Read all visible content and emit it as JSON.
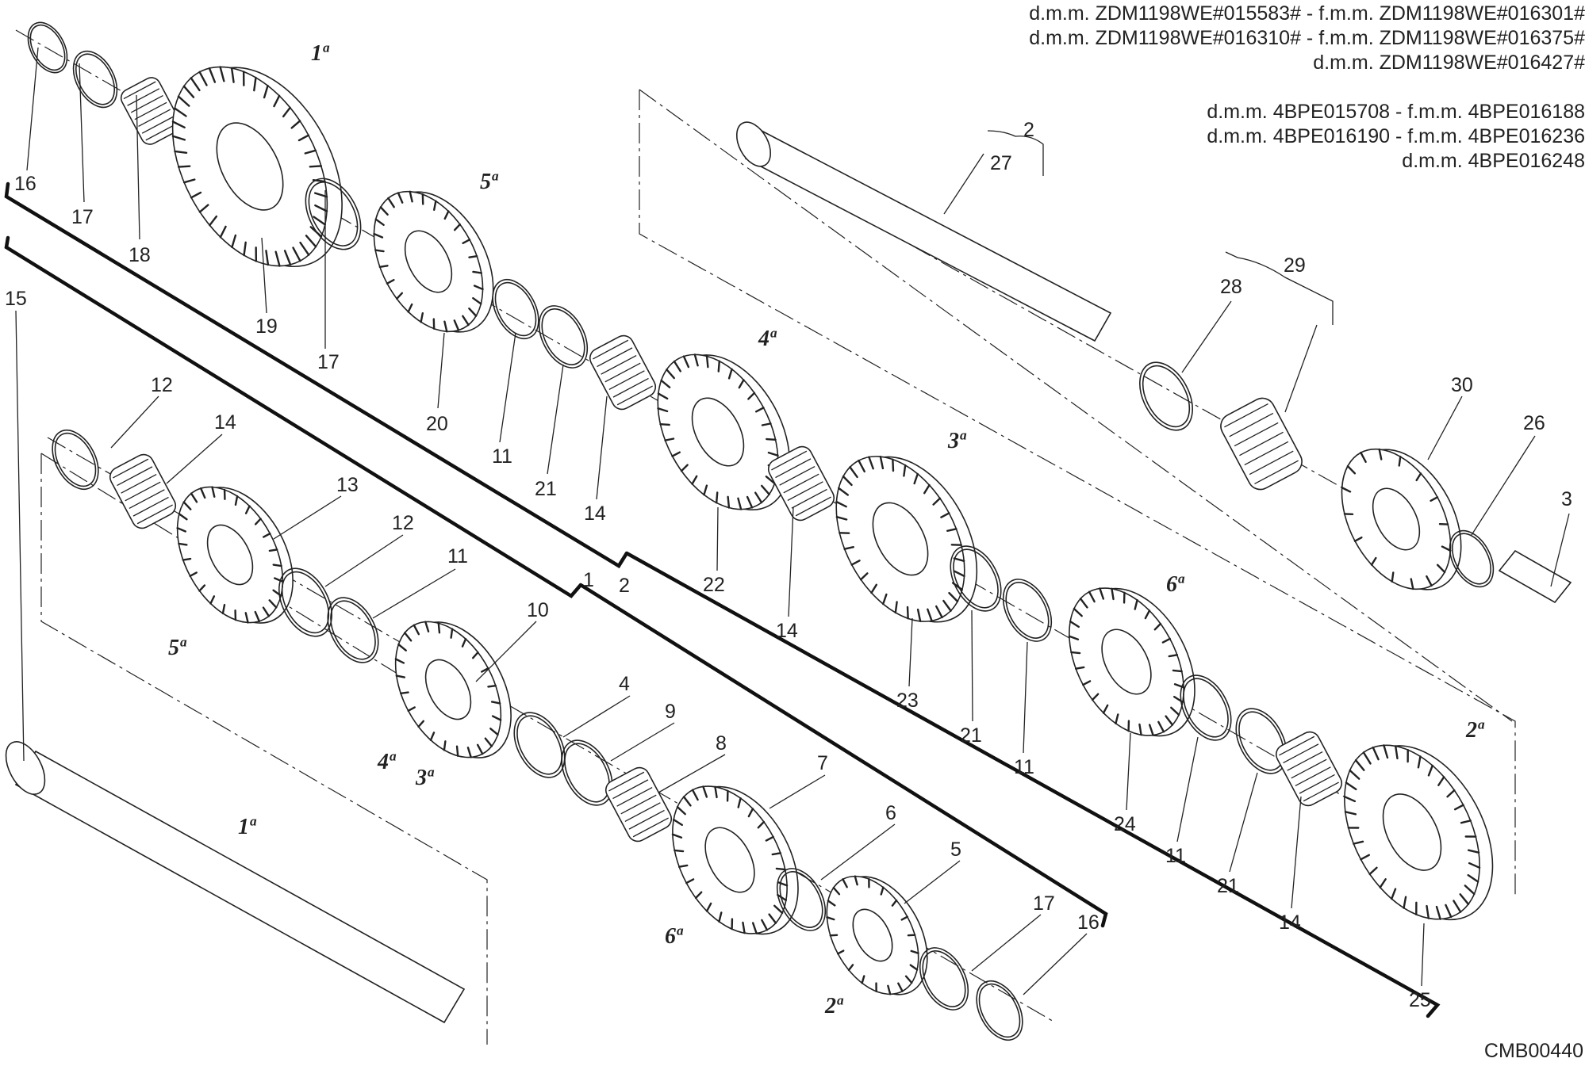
{
  "header": {
    "group_a": [
      "d.m.m. ZDM1198WE#015583# - f.m.m. ZDM1198WE#016301#",
      "d.m.m. ZDM1198WE#016310# - f.m.m. ZDM1198WE#016375#",
      "d.m.m. ZDM1198WE#016427#"
    ],
    "group_b": [
      "d.m.m. 4BPE015708 - f.m.m. 4BPE016188",
      "d.m.m. 4BPE016190 - f.m.m. 4BPE016236",
      "d.m.m. 4BPE016248"
    ]
  },
  "drawing_code": "CMB00440",
  "callouts": [
    "1",
    "2",
    "2",
    "3",
    "4",
    "5",
    "6",
    "7",
    "8",
    "9",
    "10",
    "11",
    "11",
    "11",
    "11",
    "11",
    "12",
    "12",
    "13",
    "14",
    "14",
    "14",
    "14",
    "14",
    "15",
    "16",
    "16",
    "17",
    "17",
    "17",
    "18",
    "19",
    "20",
    "21",
    "21",
    "21",
    "21",
    "22",
    "23",
    "24",
    "25",
    "26",
    "27",
    "28",
    "29",
    "30"
  ],
  "gear_labels": {
    "upper_1": "1ª",
    "upper_5": "5ª",
    "upper_4": "4ª",
    "upper_3": "3ª",
    "upper_6": "6ª",
    "upper_2": "2ª",
    "lower_5": "5ª",
    "lower_4": "4ª",
    "lower_3": "3ª",
    "lower_1": "1ª",
    "lower_6": "6ª",
    "lower_2": "2ª"
  }
}
